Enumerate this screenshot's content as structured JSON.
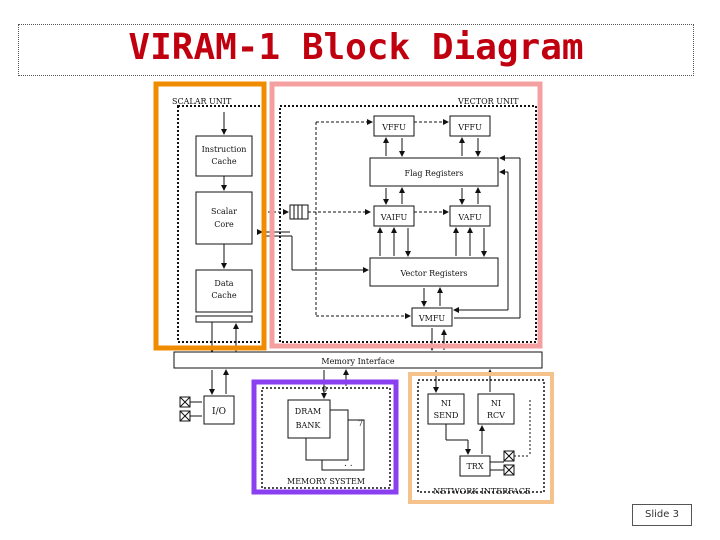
{
  "title": "VIRAM-1 Block Diagram",
  "footer": {
    "slide_label": "Slide 3"
  },
  "highlight_colors": {
    "scalar_unit": "#f08c00",
    "vector_unit": "#f4a0a0",
    "memory_system": "#8a3ff0",
    "network_interface": "#f6c28c"
  },
  "diagram": {
    "scalar_unit": {
      "label": "SCALAR UNIT",
      "instruction_cache": [
        "Instruction",
        "Cache"
      ],
      "scalar_core": [
        "Scalar",
        "Core"
      ],
      "data_cache": [
        "Data",
        "Cache"
      ]
    },
    "vector_unit": {
      "label": "VECTOR UNIT",
      "vffu_1": "VFFU",
      "vffu_2": "VFFU",
      "flag_registers": "Flag Registers",
      "vaifu": "VAIFU",
      "vafu": "VAFU",
      "vector_registers": "Vector Registers",
      "vmfu": "VMFU"
    },
    "memory_interface": "Memory Interface",
    "io": "I/O",
    "memory_system": {
      "label": "MEMORY SYSTEM",
      "dram_bank": [
        "DRAM",
        "BANK"
      ],
      "bank_first": "0",
      "bank_last": "7"
    },
    "network_interface": {
      "label": "NETWORK INTERFACE",
      "ni_send": [
        "NI",
        "SEND"
      ],
      "ni_rcv": [
        "NI",
        "RCV"
      ],
      "trx": "TRX"
    }
  }
}
